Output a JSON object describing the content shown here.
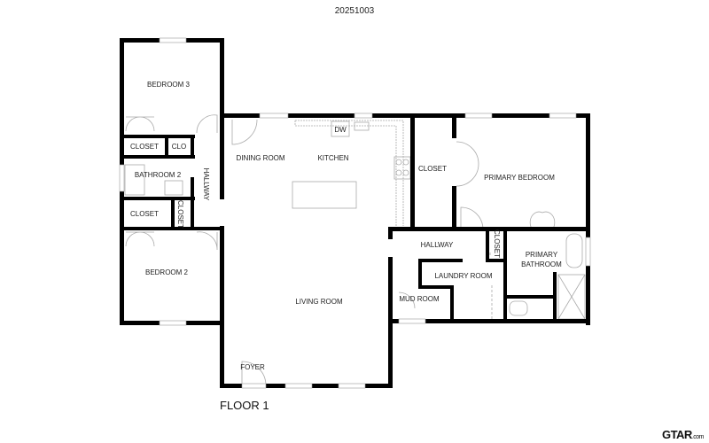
{
  "title": "20251003",
  "floor_label": "FLOOR 1",
  "logo": {
    "main": "GTAR",
    "suffix": ".com"
  },
  "rooms": {
    "bedroom3": "BEDROOM 3",
    "closet_b3": "CLOSET",
    "clo": "CLO",
    "bathroom2": "BATHROOM 2",
    "hallway_left": "HALLWAY",
    "closet_b2": "CLOSET",
    "closet_vertical": "CLOSET",
    "bedroom2": "BEDROOM 2",
    "dining": "DINING ROOM",
    "kitchen": "KITCHEN",
    "dw": "DW",
    "living": "LIVING ROOM",
    "foyer": "FOYER",
    "closet_primary": "CLOSET",
    "primary_bedroom": "PRIMARY BEDROOM",
    "hallway_right": "HALLWAY",
    "closet_small": "CLOSET",
    "primary_bath_1": "PRIMARY",
    "primary_bath_2": "BATHROOM",
    "laundry": "LAUNDRY ROOM",
    "mud": "MUD ROOM"
  }
}
